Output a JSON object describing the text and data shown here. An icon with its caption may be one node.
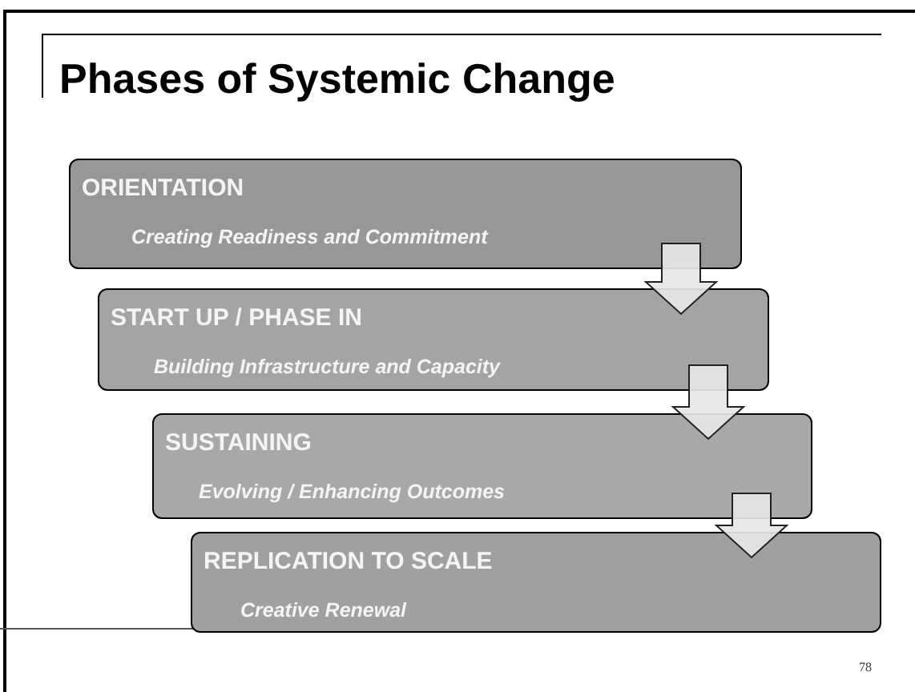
{
  "diagram": {
    "title": "Phases of Systemic Change",
    "nodes": [
      {
        "text": [
          "ORIENTATION",
          "Creating Readiness and Commitment"
        ]
      },
      {
        "text": [
          "START UP / PHASE IN",
          "Building Infrastructure and Capacity"
        ]
      },
      {
        "text": [
          "SUSTAINING",
          "Evolving / Enhancing Outcomes"
        ]
      },
      {
        "text": [
          "REPLICATION TO SCALE",
          "Creative Renewal"
        ]
      }
    ],
    "edges": [
      {
        "from": 0,
        "to": 1,
        "arrow": "to"
      },
      {
        "from": 1,
        "to": 2,
        "arrow": "to"
      },
      {
        "from": 2,
        "to": 3,
        "arrow": "to"
      }
    ],
    "labels": [
      "78"
    ]
  }
}
